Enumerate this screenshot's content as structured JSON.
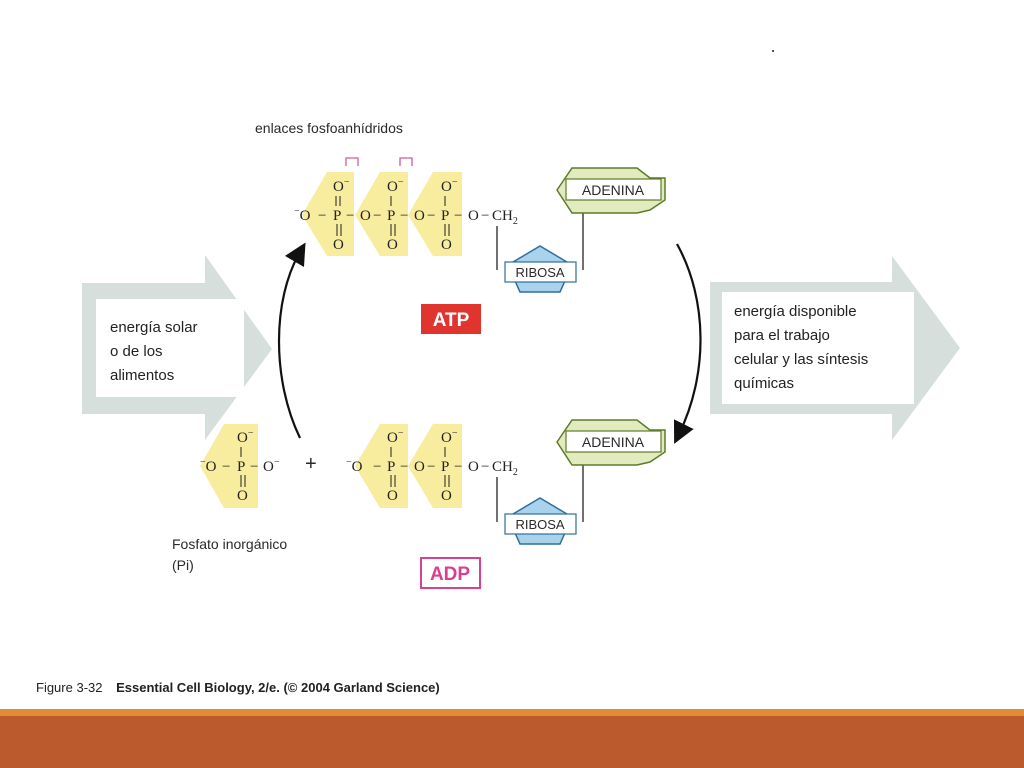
{
  "diagram": {
    "bonds_label": "enlaces fosfoanhídridos",
    "left_box_lines": [
      "energía solar",
      "o de los",
      "alimentos"
    ],
    "right_box_lines": [
      "energía disponible",
      "para el trabajo",
      "celular y las síntesis",
      "químicas"
    ],
    "atp_badge": "ATP",
    "adp_badge": "ADP",
    "adenine": "ADENINA",
    "ribose": "RIBOSA",
    "ch2": "CH",
    "ch2_sub": "2",
    "plus": "+",
    "pi_lines": [
      "Fosfato inorgánico",
      "(Pi)"
    ],
    "o_minus": "O",
    "o_plain": "O",
    "p_atom": "P",
    "minus": "−"
  },
  "caption": {
    "figure": "Figure 3-32",
    "source": "Essential Cell Biology, 2/e. (© 2004 Garland Science)"
  },
  "colors": {
    "phosphate_yellow": "#f8ec9e",
    "adenine_green": "#e1ebbd",
    "ribose_blue": "#a9d3ec",
    "arrow_gray": "#d6dfdb",
    "atp_red": "#e0342f",
    "adp_magenta": "#d9408f",
    "footer_orange": "#bb5a2c",
    "footer_thin": "#e08c35"
  }
}
